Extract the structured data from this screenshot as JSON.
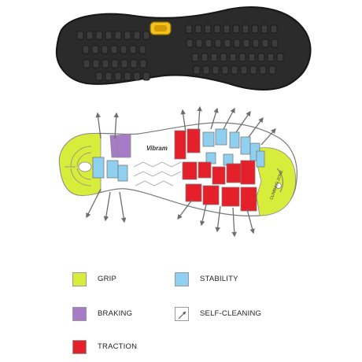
{
  "sole_marks": {
    "brand_logo": "Vibram",
    "zone_label": "CLIMBING ZONE"
  },
  "legend": {
    "items": [
      {
        "key": "grip",
        "label": "GRIP",
        "color": "#d7ec3b",
        "kind": "swatch"
      },
      {
        "key": "braking",
        "label": "BRAKING",
        "color": "#a77bc8",
        "kind": "swatch"
      },
      {
        "key": "traction",
        "label": "TRACTION",
        "color": "#e6202a",
        "kind": "swatch"
      },
      {
        "key": "stability",
        "label": "STABILITY",
        "color": "#8fcfef",
        "kind": "swatch"
      },
      {
        "key": "self_cleaning",
        "label": "SELF-CLEANING",
        "color": "#555555",
        "kind": "arrow-icon"
      }
    ]
  },
  "colors": {
    "outsole_rubber": "#2a2a2a",
    "logo_badge": "#f2c11a",
    "sole_outline": "#7a7a7a",
    "arrow": "#6e6e6e"
  }
}
